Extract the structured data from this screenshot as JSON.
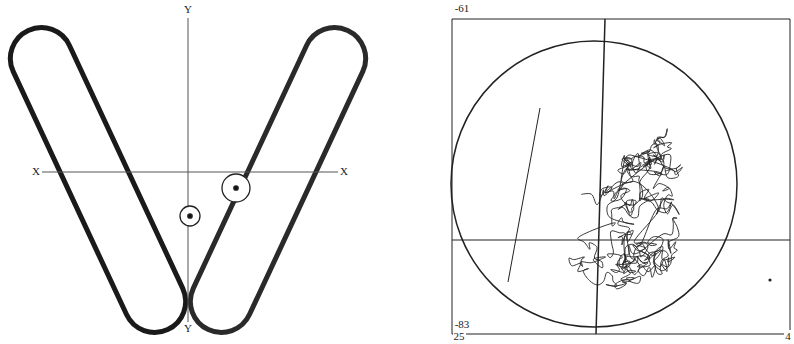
{
  "diagram": {
    "labels": [
      "Y",
      "X",
      "X",
      "Y",
      "-61",
      "-83",
      "25",
      "4"
    ]
  }
}
